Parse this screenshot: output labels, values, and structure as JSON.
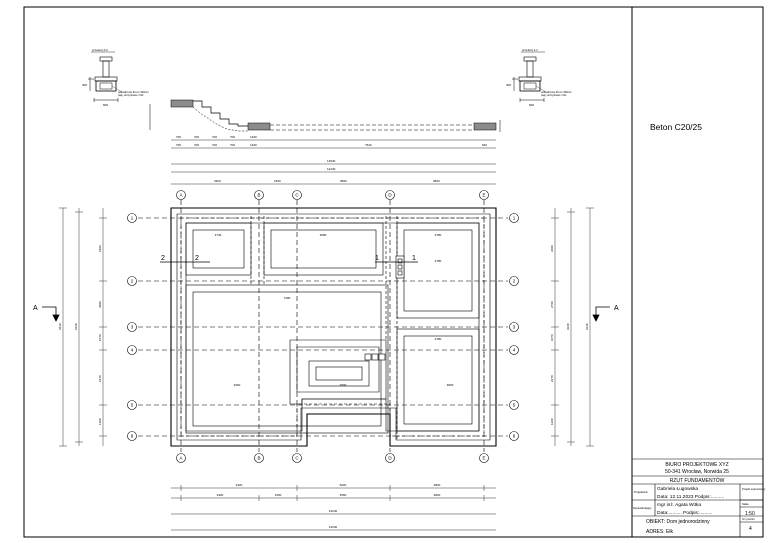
{
  "material_note": "Beton C20/25",
  "section_markers": {
    "left_letter": "A",
    "right_letter": "A"
  },
  "cut_markers": {
    "left_num": "2",
    "right_num": "1"
  },
  "detail_titles": {
    "left": "przekrój 2-2",
    "right": "przekrój 1-1"
  },
  "detail_notes": {
    "left": [
      "podsadzenie 60 cm 300mm",
      "papy obrzynkowe / folii"
    ],
    "right": [
      "podsadzenie 60 cm 300mm",
      "papy obrzynkowe / folii"
    ]
  },
  "axes_letters": [
    "A",
    "B",
    "C",
    "D",
    "E"
  ],
  "axes_numbers": [
    "1",
    "2",
    "3",
    "4",
    "5",
    "6"
  ],
  "dims": {
    "stairs": [
      "700",
      "700",
      "700",
      "700",
      "1400"
    ],
    "stairs_right": "7620",
    "stairs_far": "540",
    "overall_top": "12540",
    "overall_top2": "12240",
    "axis_spacing_top": [
      "3320",
      "1500",
      "3560",
      "3820"
    ],
    "bottom_row1": [
      "3320",
      "6020",
      "3820"
    ],
    "bottom_row2": [
      "3320",
      "1500",
      "3560",
      "3820"
    ],
    "bottom_overall": "12240",
    "bottom_overall2": "12540",
    "room_dims": [
      "3740",
      "3680",
      "2780",
      "2780",
      "7280",
      "2780",
      "3660",
      "2500",
      "3820"
    ],
    "left_heights": [
      "2400",
      "3980",
      "1070",
      "2270",
      "1200"
    ],
    "left_overall": "9140",
    "left_overall2": "9410",
    "right_heights": [
      "2400",
      "2760",
      "1070",
      "2270",
      "1200"
    ],
    "right_overall": "9140",
    "detail_left_dims": [
      "300",
      "600"
    ],
    "detail_right_dims": [
      "300",
      "600"
    ]
  },
  "title_block": {
    "company": "BIURO PROJEKTOWE XYZ",
    "address": "50-341 Wrocław, Norwida 25",
    "drawing_title": "RZUT FUNDAMENTÓW",
    "designer_label": "Projektant",
    "designer_name": "Gabriela Ługowska",
    "designer_date": "Data: 12.11.2023 Podpis:..........",
    "checker_label": "Sprawdzający",
    "checker_name": "mgr inż. Agata Witka",
    "checker_date": "Data:..........  Podpis:..........",
    "phase_label": "Projekt wykonawczy",
    "scale_label": "Skala",
    "scale_value": "1:50",
    "object_line": "OBIEKT: Dom jednorodzinny",
    "address_line": "ADRES: Ełk",
    "sheet_label": "Nr rysunku",
    "sheet_value": "4"
  }
}
